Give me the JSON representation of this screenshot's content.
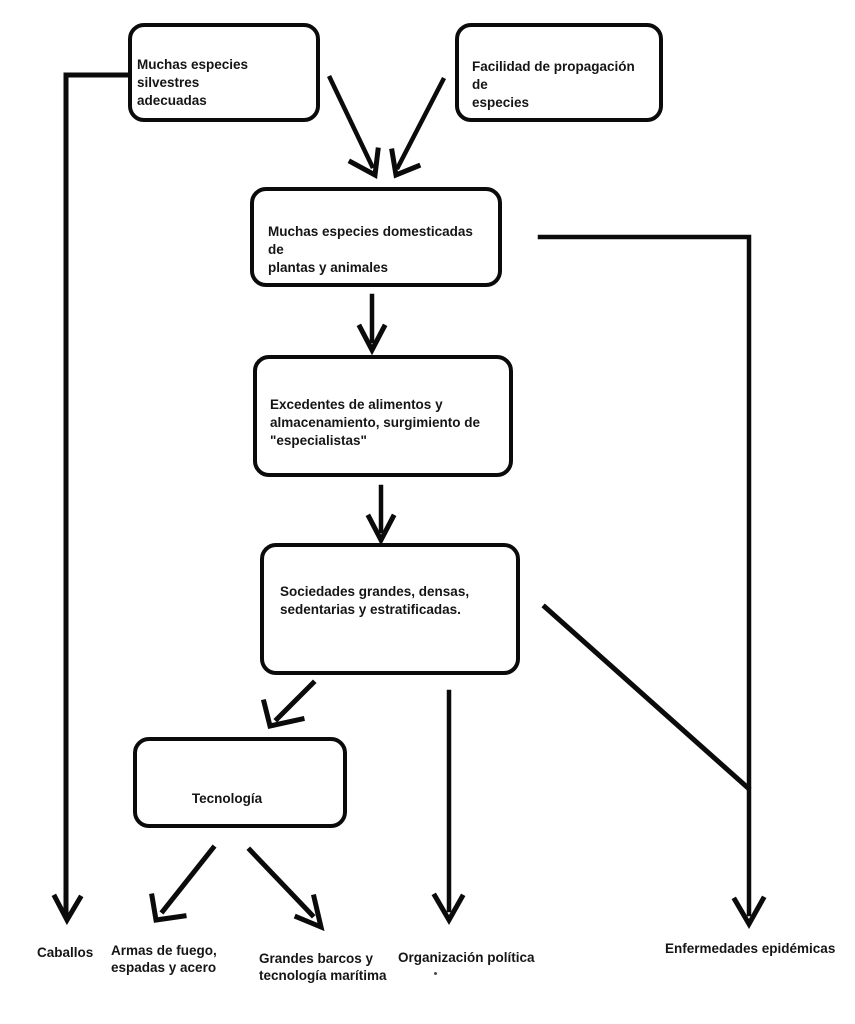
{
  "colors": {
    "background": "#ffffff",
    "ink": "#0b0b0b",
    "text": "#151515"
  },
  "nodes": {
    "silvestres": {
      "label": [
        "Muchas especies silvestres",
        "adecuadas"
      ]
    },
    "propagacion": {
      "label": [
        "Facilidad de propagación de",
        "especies"
      ]
    },
    "domesticadas": {
      "label": [
        "Muchas especies domesticadas de",
        "plantas y animales"
      ]
    },
    "excedentes": {
      "label": [
        "Excedentes de alimentos y",
        "almacenamiento, surgimiento de",
        "\"especialistas\""
      ]
    },
    "sociedades": {
      "label": [
        "Sociedades grandes, densas,",
        "sedentarias y estratificadas."
      ]
    },
    "tecnologia": {
      "label": [
        "Tecnología"
      ]
    }
  },
  "outcomes": {
    "caballos": {
      "label": [
        "Caballos"
      ]
    },
    "armas": {
      "label": [
        "Armas de fuego,",
        "espadas y acero"
      ]
    },
    "barcos": {
      "label": [
        "Grandes barcos y",
        "tecnología marítima"
      ]
    },
    "organizacion": {
      "label": [
        "Organización política"
      ]
    },
    "enfermedades": {
      "label": [
        "Enfermedades epidémicas"
      ]
    }
  }
}
